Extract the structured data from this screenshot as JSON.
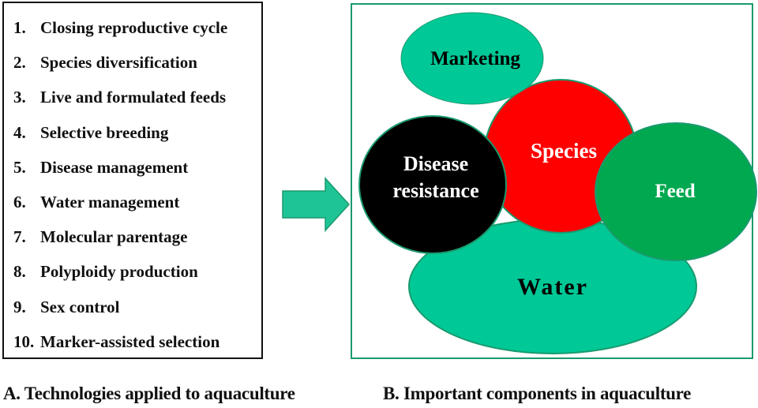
{
  "panel_a": {
    "items": [
      {
        "num": "1.",
        "label": "Closing reproductive cycle"
      },
      {
        "num": "2.",
        "label": "Species diversification"
      },
      {
        "num": "3.",
        "label": "Live and formulated feeds"
      },
      {
        "num": "4.",
        "label": "Selective breeding"
      },
      {
        "num": "5.",
        "label": "Disease management"
      },
      {
        "num": "6.",
        "label": "Water management"
      },
      {
        "num": "7.",
        "label": "Molecular parentage"
      },
      {
        "num": "8.",
        "label": "Polyploidy production"
      },
      {
        "num": "9.",
        "label": "Sex control"
      },
      {
        "num": "10.",
        "label": "Marker-assisted selection"
      }
    ],
    "caption": "A. Technologies applied to aquaculture"
  },
  "panel_b": {
    "components": {
      "marketing": {
        "label": "Marketing",
        "fill": "#00c896",
        "text_color": "#000000"
      },
      "species": {
        "label": "Species",
        "fill": "#ff0000",
        "text_color": "#ffffff"
      },
      "disease": {
        "label_line1": "Disease",
        "label_line2": "resistance",
        "fill": "#000000",
        "text_color": "#ffffff"
      },
      "feed": {
        "label": "Feed",
        "fill": "#00a84f",
        "text_color": "#ffffff"
      },
      "water": {
        "label": "Water",
        "fill": "#00c896",
        "text_color": "#000000"
      }
    },
    "caption": "B. Important components in aquaculture"
  },
  "colors": {
    "arrow": "#1fc496",
    "outline": "#1a9a6e"
  }
}
